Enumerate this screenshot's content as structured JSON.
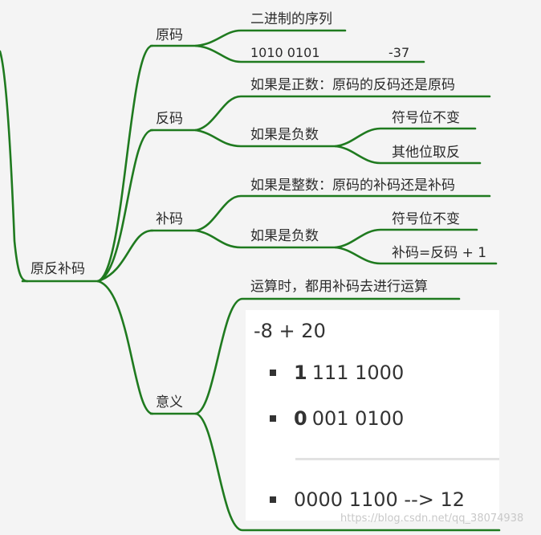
{
  "root": {
    "label": "原反补码"
  },
  "branches": {
    "yuanma": {
      "label": "原码",
      "children": {
        "c1": "二进制的序列",
        "c2": "1010 0101",
        "c2_value": "-37"
      }
    },
    "fanma": {
      "label": "反码",
      "children": {
        "positive": "如果是正数：原码的反码还是原码",
        "negative": "如果是负数",
        "negative_children": {
          "n1": "符号位不变",
          "n2": "其他位取反"
        }
      }
    },
    "buma": {
      "label": "补码",
      "children": {
        "positive": "如果是整数：原码的补码还是补码",
        "negative": "如果是负数",
        "negative_children": {
          "n1": "符号位不变",
          "n2": "补码=反码 + 1"
        }
      }
    },
    "yiyi": {
      "label": "意义",
      "children": {
        "c1": "运算时，都用补码去进行运算"
      },
      "card": {
        "expression": "-8 + 20",
        "row1_bold": "1",
        "row1_rest": "111 1000",
        "row2_bold": "0",
        "row2_rest": "001 0100",
        "result": "0000 1100  --> 12"
      }
    }
  },
  "watermark": "https://blog.csdn.net/qq_38074938",
  "colors": {
    "branch_line": "#1f7a1f",
    "background": "#f4f4f4"
  }
}
